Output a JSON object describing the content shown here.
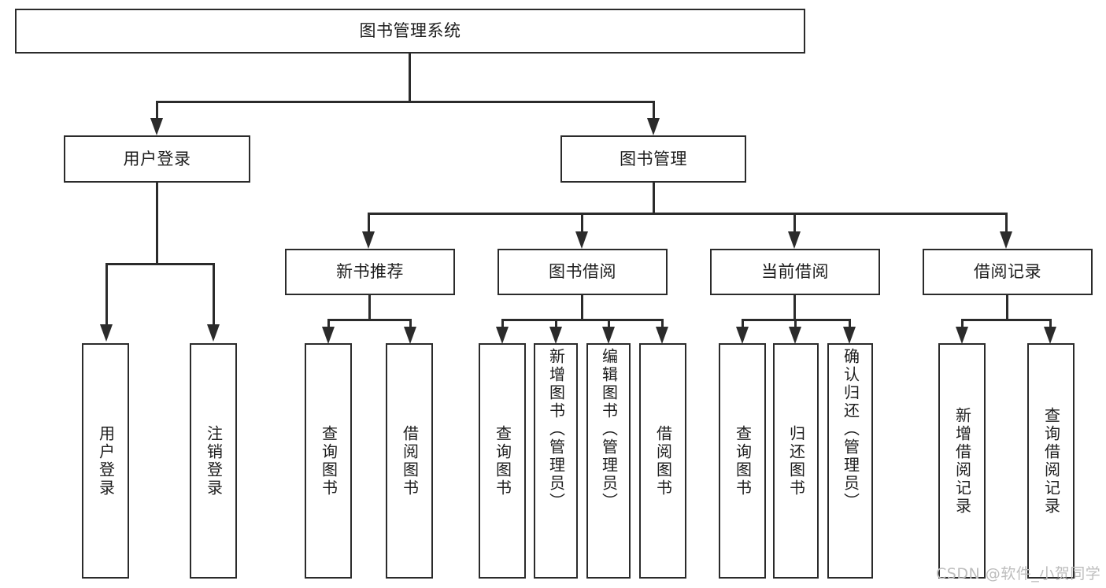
{
  "diagram": {
    "type": "tree",
    "title": "图书管理系统",
    "root": {
      "label": "图书管理系统"
    },
    "level2": [
      {
        "id": "user-login",
        "label": "用户登录"
      },
      {
        "id": "book-manage",
        "label": "图书管理"
      }
    ],
    "level3": [
      {
        "id": "new-book-recommend",
        "label": "新书推荐",
        "parent": "book-manage"
      },
      {
        "id": "book-borrow",
        "label": "图书借阅",
        "parent": "book-manage"
      },
      {
        "id": "current-borrow",
        "label": "当前借阅",
        "parent": "book-manage"
      },
      {
        "id": "borrow-record",
        "label": "借阅记录",
        "parent": "book-manage"
      }
    ],
    "leaves": {
      "user_login": [
        {
          "id": "leaf-user-login",
          "label": "用户登录"
        },
        {
          "id": "leaf-user-logout",
          "label": "注销登录"
        }
      ],
      "new_book_recommend": [
        {
          "id": "leaf-query-book-1",
          "label": "查询图书"
        },
        {
          "id": "leaf-borrow-book-1",
          "label": "借阅图书"
        }
      ],
      "book_borrow": [
        {
          "id": "leaf-query-book-2",
          "label": "查询图书"
        },
        {
          "id": "leaf-add-book",
          "label": "新增图书（管理员）"
        },
        {
          "id": "leaf-edit-book",
          "label": "编辑图书（管理员）"
        },
        {
          "id": "leaf-borrow-book-2",
          "label": "借阅图书"
        }
      ],
      "current_borrow": [
        {
          "id": "leaf-query-book-3",
          "label": "查询图书"
        },
        {
          "id": "leaf-return-book",
          "label": "归还图书"
        },
        {
          "id": "leaf-confirm-return",
          "label": "确认归还（管理员）"
        }
      ],
      "borrow_record": [
        {
          "id": "leaf-add-record",
          "label": "新增借阅记录"
        },
        {
          "id": "leaf-query-record",
          "label": "查询借阅记录"
        }
      ]
    },
    "colors": {
      "stroke": "#2b2b2b",
      "fill": "#ffffff",
      "text": "#1d1d1d",
      "watermark": "#bdbdbd",
      "background": "#ffffff"
    }
  },
  "watermark": {
    "text": "CSDN @软件_小贺同学"
  }
}
